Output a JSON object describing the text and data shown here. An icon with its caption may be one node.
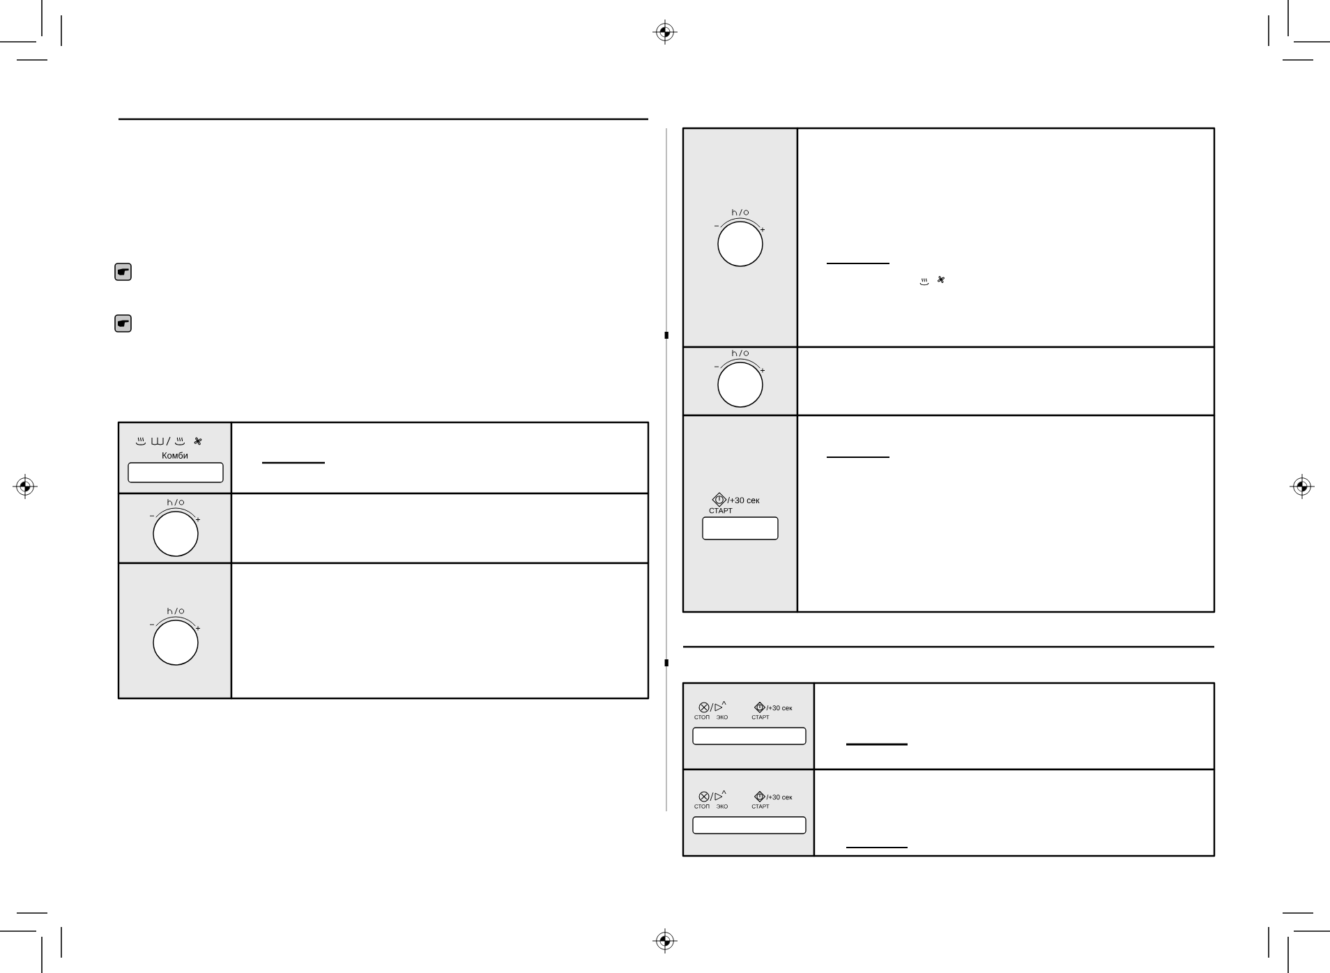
{
  "diagram": {
    "labels": [
      "Комби",
      "−",
      "+",
      "−",
      "+",
      "−",
      "+",
      "−",
      "+",
      "/+30 сек",
      "СТАРТ",
      "СТОП",
      "ЭКО",
      "/+30 сек",
      "СТАРТ",
      "СТОП",
      "ЭКО",
      "/+30 сек",
      "СТАРТ"
    ]
  }
}
